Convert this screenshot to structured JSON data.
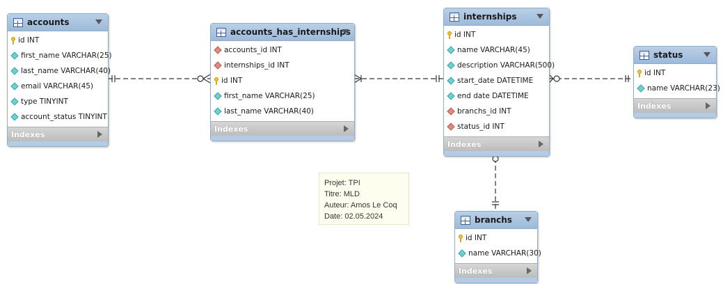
{
  "tables": {
    "accounts": {
      "name": "accounts",
      "columns": [
        {
          "text": "id INT",
          "kind": "key"
        },
        {
          "text": "first_name VARCHAR(25)",
          "kind": "attr"
        },
        {
          "text": "last_name VARCHAR(40)",
          "kind": "attr"
        },
        {
          "text": "email VARCHAR(45)",
          "kind": "attr"
        },
        {
          "text": "type TINYINT",
          "kind": "attr"
        },
        {
          "text": "account_status TINYINT",
          "kind": "attr"
        }
      ],
      "footer": "Indexes"
    },
    "accounts_has_internships": {
      "name": "accounts_has_internships",
      "columns": [
        {
          "text": "accounts_id INT",
          "kind": "fk"
        },
        {
          "text": "internships_id INT",
          "kind": "fk"
        },
        {
          "text": "id INT",
          "kind": "key"
        },
        {
          "text": "first_name VARCHAR(25)",
          "kind": "attr"
        },
        {
          "text": "last_name VARCHAR(40)",
          "kind": "attr"
        }
      ],
      "footer": "Indexes"
    },
    "internships": {
      "name": "internships",
      "columns": [
        {
          "text": "id INT",
          "kind": "key"
        },
        {
          "text": "name VARCHAR(45)",
          "kind": "attr"
        },
        {
          "text": "description VARCHAR(500)",
          "kind": "attr"
        },
        {
          "text": "start_date DATETIME",
          "kind": "attr"
        },
        {
          "text": "end date DATETIME",
          "kind": "attr"
        },
        {
          "text": "branchs_id INT",
          "kind": "fk"
        },
        {
          "text": "status_id INT",
          "kind": "fk"
        }
      ],
      "footer": "Indexes"
    },
    "status": {
      "name": "status",
      "columns": [
        {
          "text": "id INT",
          "kind": "key"
        },
        {
          "text": "name VARCHAR(23)",
          "kind": "attr"
        }
      ],
      "footer": "Indexes"
    },
    "branchs": {
      "name": "branchs",
      "columns": [
        {
          "text": "id INT",
          "kind": "key"
        },
        {
          "text": "name VARCHAR(30)",
          "kind": "attr"
        }
      ],
      "footer": "Indexes"
    }
  },
  "note": {
    "lines": [
      "Projet: TPI",
      "Titre: MLD",
      "Auteur: Amos Le Coq",
      "Date: 02.05.2024"
    ]
  },
  "colors": {
    "header": "#9dbadb",
    "border": "#8eaecc",
    "key": "#f2c22e",
    "attribute": "#6fd0d0",
    "foreign_key": "#e08b80",
    "footer": "#bcbcbc",
    "note_background": "#fdfdf0",
    "link_line": "#333333"
  }
}
